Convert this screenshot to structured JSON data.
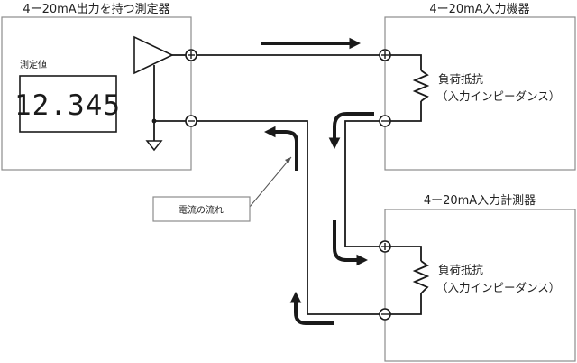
{
  "diagram": {
    "source_device": {
      "title": "4ー20mA出力を持つ測定器",
      "display_label": "測定値",
      "display_value": "12.345"
    },
    "input_device": {
      "title": "4ー20mA入力機器",
      "load_label_line1": "負荷抵抗",
      "load_label_line2": "（入力インピーダンス）"
    },
    "measuring_device": {
      "title": "4ー20mA入力計測器",
      "load_label_line1": "負荷抵抗",
      "load_label_line2": "（入力インピーダンス）"
    },
    "terminals": {
      "plus": "+",
      "minus": "−"
    },
    "callout": {
      "label": "電流の流れ"
    },
    "icons": {
      "amplifier": "amplifier-triangle",
      "ground": "ground-symbol",
      "resistor": "zigzag-resistor",
      "flow_arrow": "thick-arrow"
    }
  }
}
